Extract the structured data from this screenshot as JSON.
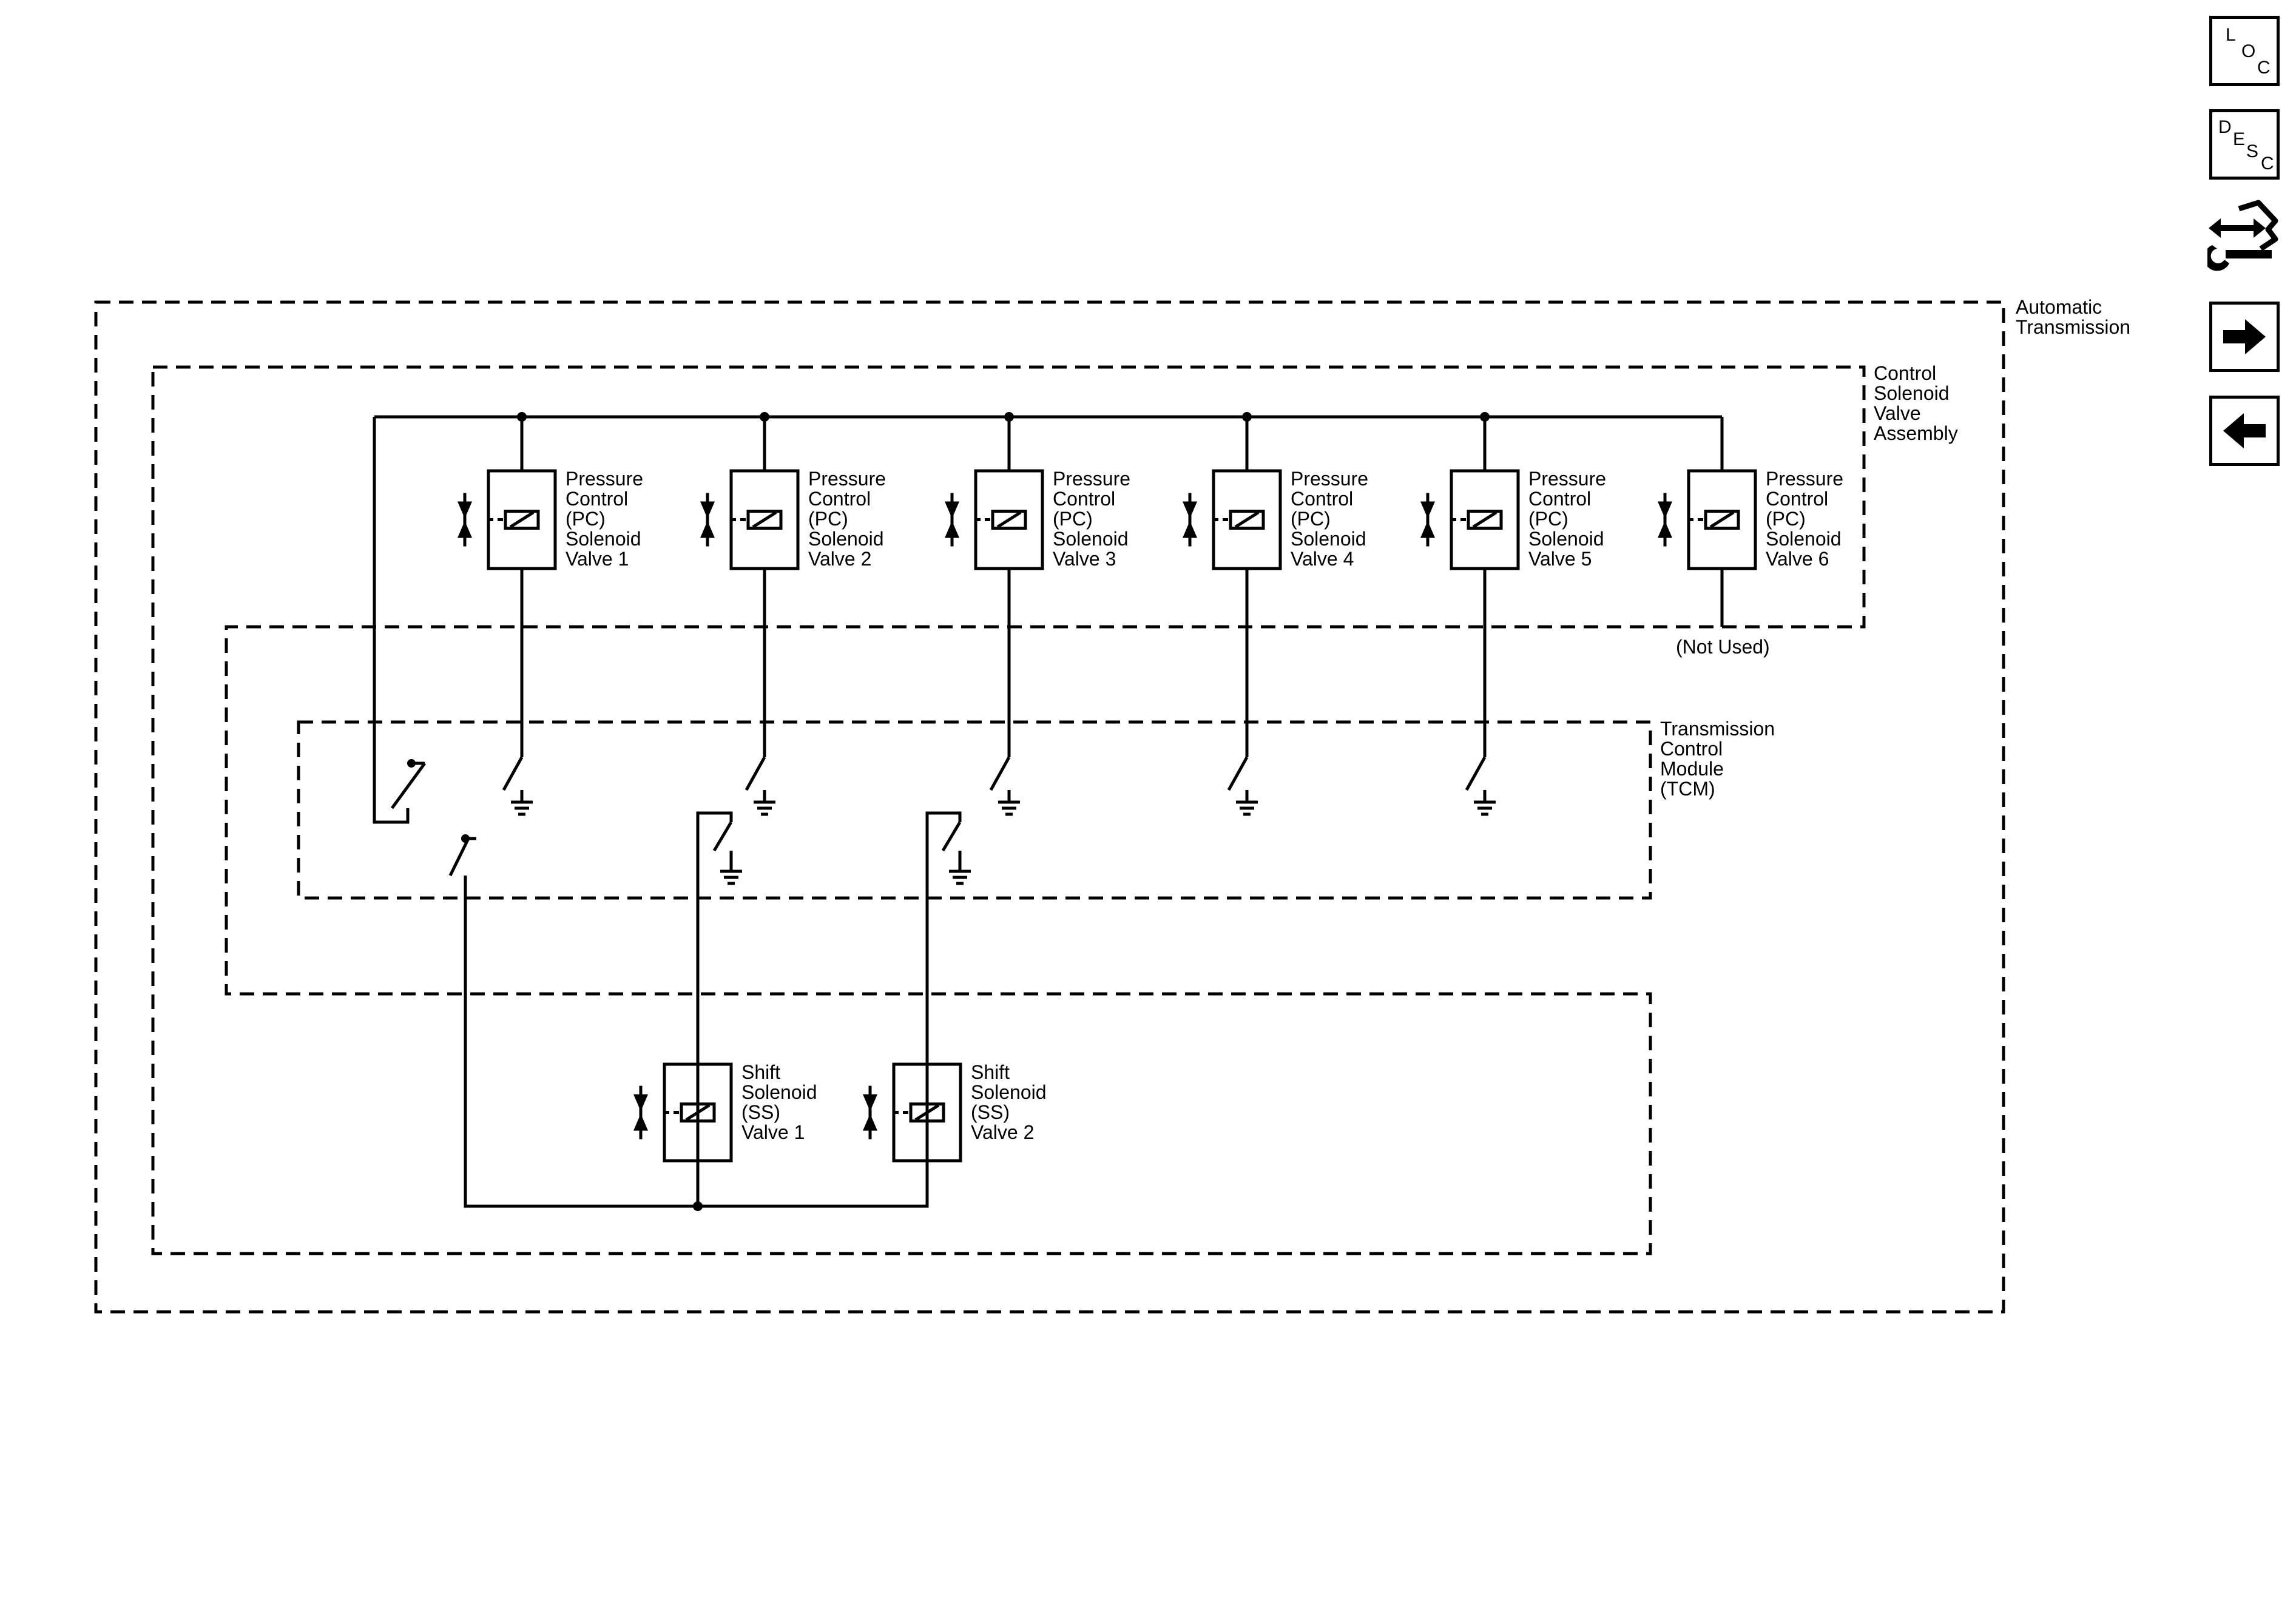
{
  "frame_labels": {
    "automatic_transmission": [
      "Automatic",
      "Transmission"
    ],
    "control_solenoid_valve_assembly": [
      "Control",
      "Solenoid",
      "Valve",
      "Assembly"
    ],
    "tcm": [
      "Transmission",
      "Control",
      "Module",
      "(TCM)"
    ]
  },
  "pc_valves": [
    {
      "lines": [
        "Pressure",
        "Control",
        "(PC)",
        "Solenoid",
        "Valve 1"
      ]
    },
    {
      "lines": [
        "Pressure",
        "Control",
        "(PC)",
        "Solenoid",
        "Valve 2"
      ]
    },
    {
      "lines": [
        "Pressure",
        "Control",
        "(PC)",
        "Solenoid",
        "Valve 3"
      ]
    },
    {
      "lines": [
        "Pressure",
        "Control",
        "(PC)",
        "Solenoid",
        "Valve 4"
      ]
    },
    {
      "lines": [
        "Pressure",
        "Control",
        "(PC)",
        "Solenoid",
        "Valve 5"
      ]
    },
    {
      "lines": [
        "Pressure",
        "Control",
        "(PC)",
        "Solenoid",
        "Valve 6"
      ]
    }
  ],
  "not_used_label": "(Not Used)",
  "ss_valves": [
    {
      "lines": [
        "Shift",
        "Solenoid",
        "(SS)",
        "Valve 1"
      ]
    },
    {
      "lines": [
        "Shift",
        "Solenoid",
        "(SS)",
        "Valve 2"
      ]
    }
  ],
  "nav": {
    "loc": [
      "L",
      "O",
      "C"
    ],
    "desc": [
      "D",
      "E",
      "S",
      "C"
    ]
  },
  "icons": {
    "service": "connector-wrench-icon",
    "next": "arrow-right-icon",
    "prev": "arrow-left-icon"
  }
}
